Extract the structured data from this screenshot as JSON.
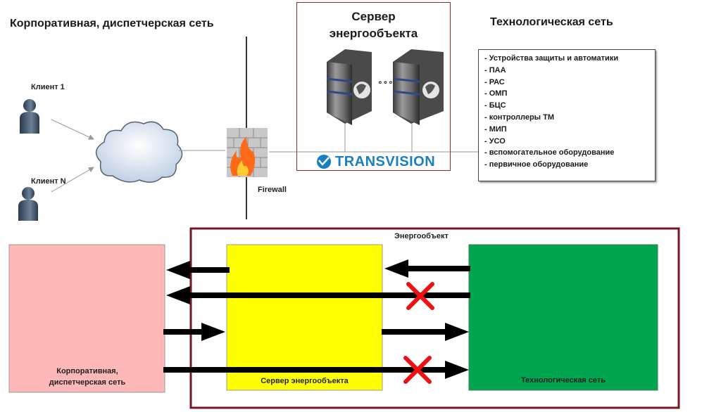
{
  "top": {
    "corp_title": "Корпоративная, диспетчерская сеть",
    "server_title_line1": "Сервер",
    "server_title_line2": "энергообъекта",
    "tech_title": "Технологическая сеть",
    "client1": "Клиент 1",
    "clientN": "Клиент N",
    "firewall": "Firewall",
    "dots": "∘∘∘",
    "brand": "TRANSVISION",
    "tech_items": [
      "- Устройства защиты и автоматики",
      "- ПАА",
      "- РАС",
      "- ОМП",
      "- БЦС",
      "- контроллеры ТМ",
      "- МИП",
      "- УСО",
      "- вспомогательное оборудование",
      "- первичное оборудование"
    ]
  },
  "bottom": {
    "energy_object": "Энергообъект",
    "corp_block": "Корпоративная, диспетчерская сеть",
    "server_block": "Сервер энергообъекта",
    "tech_block": "Технологическая сеть"
  },
  "colors": {
    "corp_block": "#ffb8b8",
    "server_block": "#ffff00",
    "tech_block": "#00a550",
    "frame": "#7a1620",
    "cross": "#ee1111",
    "brand": "#1a7fc1"
  }
}
